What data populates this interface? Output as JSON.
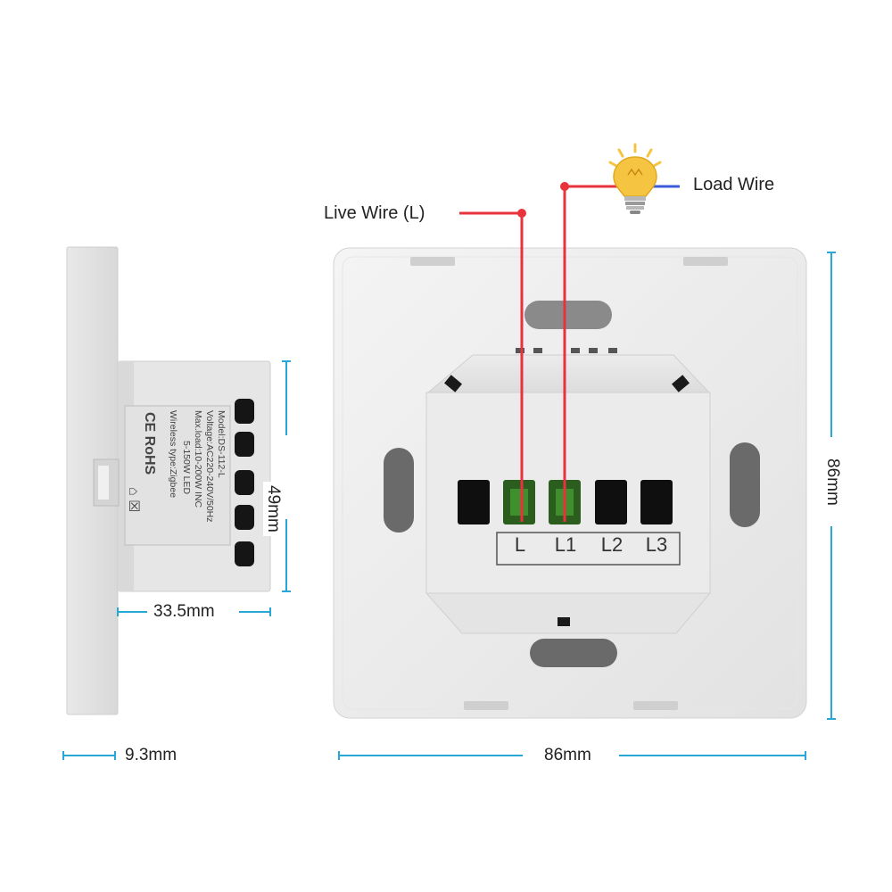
{
  "labels": {
    "live_wire": "Live Wire (L)",
    "load_wire": "Load Wire"
  },
  "dimensions": {
    "side_height": "49mm",
    "side_depth": "33.5mm",
    "side_plate": "9.3mm",
    "front_width": "86mm",
    "front_height": "86mm"
  },
  "terminals": [
    "L",
    "L1",
    "L2",
    "L3"
  ],
  "sticker": {
    "lines": [
      "Model:DS-112-L",
      "Voltage:AC220-240V/50Hz",
      "Max.load:10-200W INC",
      "5-150W LED",
      "Wireless type:Zigbee"
    ],
    "marks": [
      "CE RoHS",
      "⌂ ☒"
    ]
  },
  "colors": {
    "live_wire": "#e8323c",
    "load_wire": "#3b5bdb",
    "dimension_line": "#29a7d6",
    "terminal_active": "#3f8f2e",
    "bulb": "#f5c542"
  },
  "icons": [
    "light-bulb-icon"
  ]
}
